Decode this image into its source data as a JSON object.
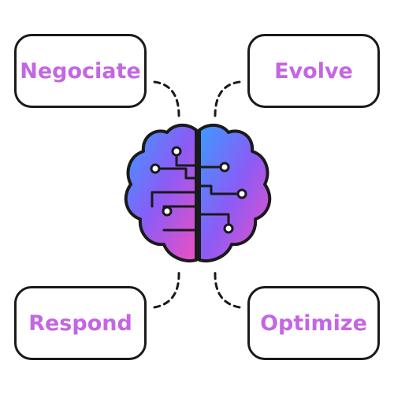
{
  "labels": {
    "top_left": "Negociate",
    "top_right": "Evolve",
    "bottom_left": "Respond",
    "bottom_right": "Optimize"
  },
  "center_icon": "brain-circuit-icon",
  "colors": {
    "label": "#c466e4",
    "outline": "#1a1a1a",
    "gradient_start": "#3a9bff",
    "gradient_mid": "#8b5cf6",
    "gradient_end": "#ee4fc2"
  }
}
